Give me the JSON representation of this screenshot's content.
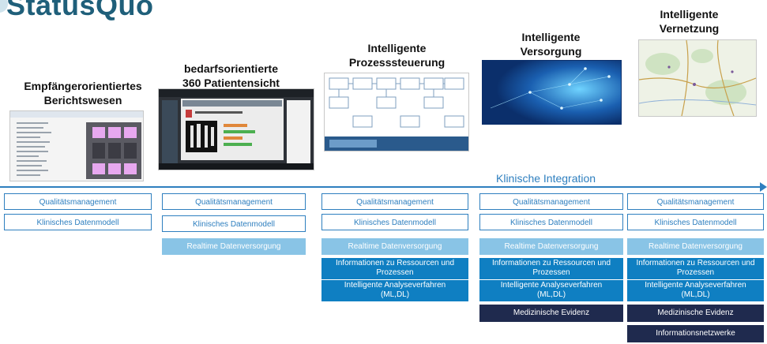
{
  "header": {
    "title": "StatusQuo"
  },
  "integration": {
    "label": "Klinische Integration"
  },
  "stages": [
    {
      "title_line1": "Empfängerorientiertes",
      "title_line2": "Berichtswesen"
    },
    {
      "title_line1": "bedarfsorientierte",
      "title_line2": "360 Patientensicht"
    },
    {
      "title_line1": "Intelligente",
      "title_line2": "Prozesssteuerung"
    },
    {
      "title_line1": "Intelligente",
      "title_line2": "Versorgung"
    },
    {
      "title_line1": "Intelligente",
      "title_line2": "Vernetzung"
    }
  ],
  "labels": {
    "qm": "Qualitätsmanagement",
    "kdm": "Klinisches Datenmodell",
    "rtd": "Realtime Datenversorgung",
    "irp1": "Informationen zu Ressourcen und",
    "irp2": "Prozessen",
    "iav1": "Intelligente Analyseverfahren",
    "iav2": "(ML,DL)",
    "me": "Medizinische Evidenz",
    "inw": "Informationsnetzwerke"
  },
  "colors": {
    "title": "#1f5f7a",
    "accent": "#2e7fbf",
    "light": "#89c4e6",
    "mid": "#0f7fc2",
    "dark": "#1f2a4e"
  }
}
